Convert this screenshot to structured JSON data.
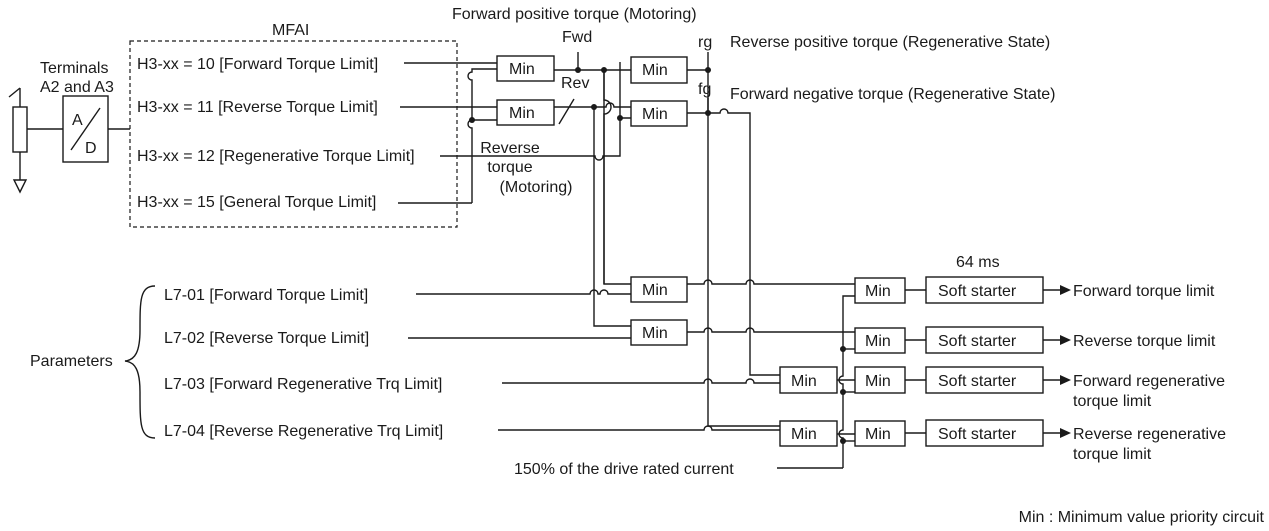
{
  "titles": {
    "mfai": "MFAI",
    "forward_positive": "Forward positive torque (Motoring)",
    "reverse_positive": "Reverse positive torque (Regenerative State)",
    "forward_negative": "Forward negative torque (Regenerative State)",
    "reverse_torque_1": "Reverse",
    "reverse_torque_2": "torque",
    "reverse_torque_3": "(Motoring)"
  },
  "node_labels": {
    "fwd": "Fwd",
    "rev": "Rev",
    "rg": "rg",
    "fg": "fg"
  },
  "terminals": {
    "line1": "Terminals",
    "line2": "A2 and A3",
    "ad_a": "A",
    "ad_d": "D"
  },
  "mfai_inputs": [
    "H3-xx = 10 [Forward Torque Limit]",
    "H3-xx = 11 [Reverse Torque Limit]",
    "H3-xx = 12 [Regenerative Torque Limit]",
    "H3-xx = 15 [General Torque Limit]"
  ],
  "parameters": {
    "label": "Parameters",
    "items": [
      "L7-01 [Forward Torque Limit]",
      "L7-02 [Reverse Torque Limit]",
      "L7-03 [Forward Regenerative Trq Limit]",
      "L7-04 [Reverse Regenerative Trq Limit]"
    ]
  },
  "min_label": "Min",
  "soft_starter_label": "Soft starter",
  "soft_starter_time": "64 ms",
  "rated_current": "150% of the drive rated current",
  "outputs": {
    "forward": "Forward torque limit",
    "reverse": "Reverse torque limit",
    "fwd_regen_1": "Forward regenerative",
    "fwd_regen_2": "torque limit",
    "rev_regen_1": "Reverse regenerative",
    "rev_regen_2": "torque limit"
  },
  "legend": "Min : Minimum value priority circuit"
}
